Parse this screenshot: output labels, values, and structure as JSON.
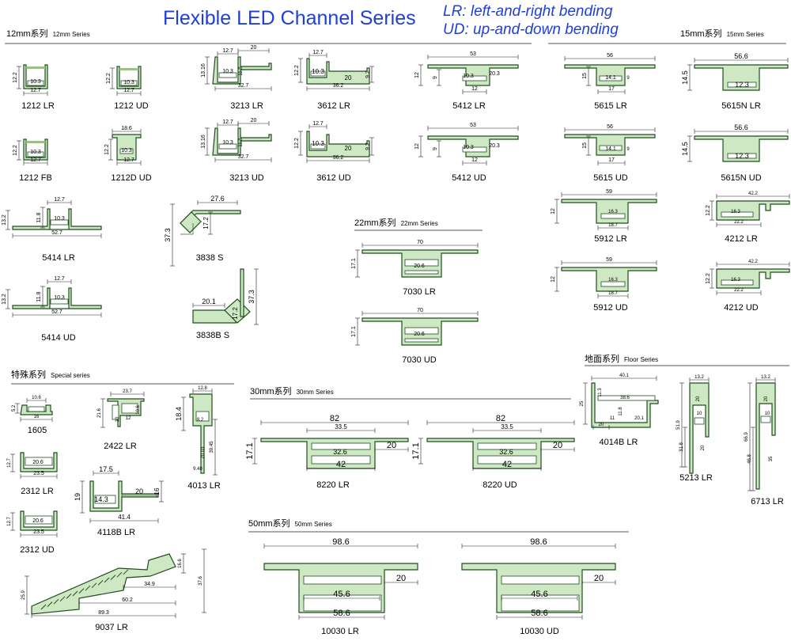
{
  "title": "Flexible LED Channel Series",
  "notes": {
    "lr": "LR: left-and-right bending",
    "ud": "UD: up-and-down bending"
  },
  "sections": {
    "s12": {
      "name": "12mm系列",
      "sub": "12mm Series"
    },
    "s15": {
      "name": "15mm系列",
      "sub": "15mm Series"
    },
    "s22": {
      "name": "22mm系列",
      "sub": "22mm Series"
    },
    "s30": {
      "name": "30mm系列",
      "sub": "30mm Series"
    },
    "s50": {
      "name": "50mm系列",
      "sub": "50mm Series"
    },
    "special": {
      "name": "特殊系列",
      "sub": "Special series"
    },
    "floor": {
      "name": "地面系列",
      "sub": "Floor Series"
    }
  },
  "profiles": {
    "p1212lr": "1212 LR",
    "p1212ud": "1212 UD",
    "p3213lr": "3213 LR",
    "p3612lr": "3612 LR",
    "p5412lr": "5412 LR",
    "p5615lr": "5615 LR",
    "p5615nlr": "5615N LR",
    "p1212fb": "1212 FB",
    "p1212dud": "1212D UD",
    "p3213ud": "3213 UD",
    "p3612ud": "3612 UD",
    "p5412ud": "5412 UD",
    "p5615ud": "5615 UD",
    "p5615nud": "5615N UD",
    "p5414lr": "5414 LR",
    "p3838s": "3838 S",
    "p5912lr": "5912 LR",
    "p4212lr": "4212 LR",
    "p5414ud": "5414 UD",
    "p3838bs": "3838B S",
    "p5912ud": "5912 UD",
    "p4212ud": "4212 UD",
    "p7030lr": "7030 LR",
    "p7030ud": "7030 UD",
    "p1605": "1605",
    "p2422lr": "2422 LR",
    "p4013lr": "4013 LR",
    "p2312lr": "2312 LR",
    "p4118blr": "4118B LR",
    "p2312ud": "2312 UD",
    "p9037lr": "9037 LR",
    "p8220lr": "8220 LR",
    "p8220ud": "8220 UD",
    "p10030lr": "10030 LR",
    "p10030ud": "10030 UD",
    "p4014blr": "4014B LR",
    "p5213lr": "5213 LR",
    "p6713lr": "6713 LR"
  },
  "dims": {
    "d1212lr": [
      "12.2",
      "10.3",
      "12.7"
    ],
    "d1212ud": [
      "12.2",
      "10.3",
      "12.7"
    ],
    "d3213lr": [
      "13.16",
      "12.7",
      "20",
      "10.3",
      "11.8",
      "32.7"
    ],
    "d3612lr": [
      "12.7",
      "12.2",
      "10.3",
      "20",
      "9.2",
      "36.2"
    ],
    "d5412lr": [
      "53",
      "12",
      "9",
      "10.3",
      "20.3",
      "12"
    ],
    "d5615lr": [
      "56",
      "15",
      "14.1",
      "9",
      "17"
    ],
    "d5615nlr": [
      "56.6",
      "14.5",
      "12.3"
    ],
    "d1212fb": [
      "12.2",
      "10.3",
      "12.7"
    ],
    "d1212dud": [
      "18.6",
      "12.2",
      "10.3",
      "12.7"
    ],
    "d3213ud": [
      "13.16",
      "12.7",
      "20",
      "10.3",
      "11.8",
      "32.7"
    ],
    "d3612ud": [
      "12.7",
      "12.2",
      "10.3",
      "20",
      "9.2",
      "36.2"
    ],
    "d5412ud": [
      "53",
      "12",
      "9",
      "10.3",
      "20.3",
      "12"
    ],
    "d5615ud": [
      "56",
      "15",
      "14.1",
      "9",
      "17"
    ],
    "d5615nud": [
      "56.6",
      "14.5",
      "12.3"
    ],
    "d5414lr": [
      "12.7",
      "13.2",
      "11.8",
      "10.3",
      "52.7"
    ],
    "d3838s": [
      "27.6",
      "17.2",
      "37.3"
    ],
    "d5912lr": [
      "59",
      "12",
      "16.3",
      "18.7"
    ],
    "d4212lr": [
      "42.2",
      "12.2",
      "16.3",
      "22.2"
    ],
    "d5414ud": [
      "12.7",
      "13.2",
      "11.8",
      "10.3",
      "52.7"
    ],
    "d3838bs": [
      "20.1",
      "37.3",
      "17.2"
    ],
    "d5912ud": [
      "59",
      "12",
      "16.3",
      "18.7"
    ],
    "d4212ud": [
      "42.2",
      "12.2",
      "16.3",
      "22.2"
    ],
    "d7030lr": [
      "70",
      "17.1",
      "20.6"
    ],
    "d7030ud": [
      "70",
      "17.1",
      "20.6"
    ],
    "d1605": [
      "10.6",
      "5.2",
      "16"
    ],
    "d2422lr": [
      "23.7",
      "21.6",
      "10.6",
      "10",
      "12"
    ],
    "d4013lr": [
      "12.8",
      "18.4",
      "8.2",
      "39.45",
      "20.03",
      "9.48"
    ],
    "d2312lr": [
      "12.7",
      "20.6",
      "23.5"
    ],
    "d4118blr": [
      "17.5",
      "19",
      "20",
      "16",
      "14.3",
      "41.4"
    ],
    "d2312ud": [
      "12.7",
      "20.6",
      "23.5"
    ],
    "d9037lr": [
      "16.6",
      "37.6",
      "25.9",
      "34.9",
      "60.2",
      "89.3"
    ],
    "d8220lr": [
      "82",
      "33.5",
      "17.1",
      "32.6",
      "20",
      "42"
    ],
    "d8220ud": [
      "82",
      "33.5",
      "17.1",
      "32.6",
      "20",
      "42"
    ],
    "d10030lr": [
      "98.6",
      "20",
      "45.6",
      "58.6"
    ],
    "d10030ud": [
      "98.6",
      "20",
      "45.6",
      "58.6"
    ],
    "d4014blr": [
      "40.1",
      "25",
      "11.3",
      "38.6",
      "11.8",
      "11",
      "20.1",
      "20"
    ],
    "d5213lr": [
      "13.2",
      "20",
      "51.9",
      "31.8",
      "10",
      "20"
    ],
    "d6713lr": [
      "13.2",
      "20",
      "66.9",
      "46.8",
      "10",
      "35"
    ]
  },
  "colors": {
    "title": "#1f3fd6",
    "profile_fill": "#cfe8c4",
    "profile_line": "#1e4d1e",
    "led": "#9bbf87"
  }
}
